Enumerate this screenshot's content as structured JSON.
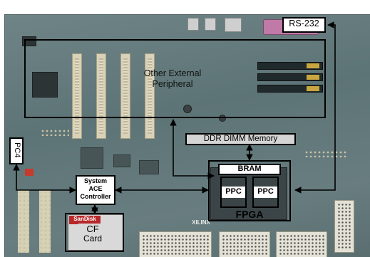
{
  "labels": {
    "rs232": "RS-232",
    "peripheral_line1": "Other External",
    "peripheral_line2": "Peripheral",
    "ddr": "DDR DIMM Memory",
    "pc4": "PC4",
    "sysace_line1": "System",
    "sysace_line2": "ACE",
    "sysace_line3": "Controller",
    "bram": "BRAM",
    "ppc_left": "PPC",
    "ppc_right": "PPC",
    "fpga": "FPGA",
    "cf_line1": "CF",
    "cf_line2": "Card",
    "cf_brand": "SanDisk",
    "board_brand": "XILINX"
  },
  "colors": {
    "board": "#687d7f",
    "annotation": "#000000",
    "serial_connector": "#c07aa8"
  }
}
